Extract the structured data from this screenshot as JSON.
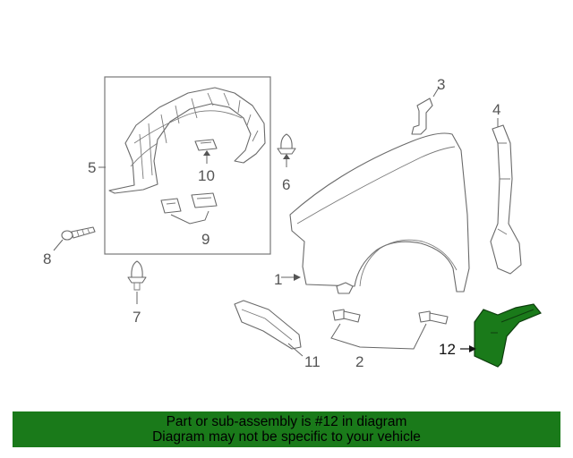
{
  "callouts": {
    "c1": "1",
    "c2": "2",
    "c3": "3",
    "c4": "4",
    "c5": "5",
    "c6": "6",
    "c7": "7",
    "c8": "8",
    "c9": "9",
    "c10": "10",
    "c11": "11",
    "c12": "12"
  },
  "colors": {
    "highlight": "#1a7a1a",
    "banner": "#1a7a1a"
  },
  "banner": {
    "line1": "Part or sub-assembly is #12 in diagram",
    "line2": "Diagram may not be specific to your vehicle"
  }
}
